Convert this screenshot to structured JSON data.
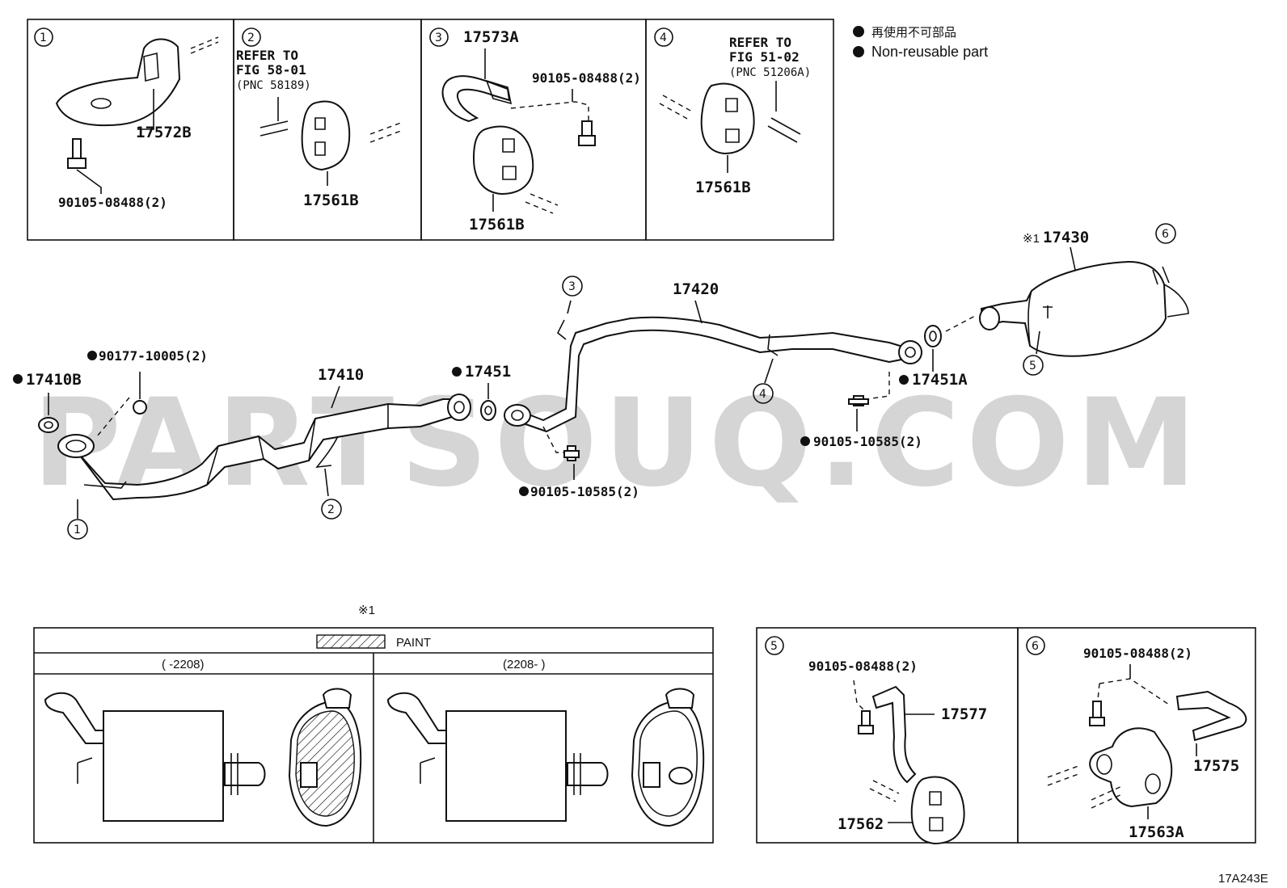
{
  "legend": {
    "line1": "再使用不可部品",
    "line2": "Non-reusable part"
  },
  "watermark": "PARTSOUQ.COM",
  "figure_code": "17A243E",
  "detail_boxes": [
    {
      "circle": "1",
      "parts": [
        "17572B",
        "90105-08488(2)"
      ]
    },
    {
      "circle": "2",
      "ref1": "REFER TO",
      "ref2": "FIG 58-01",
      "ref3": "(PNC 58189)",
      "parts": [
        "17561B"
      ]
    },
    {
      "circle": "3",
      "parts": [
        "17573A",
        "90105-08488(2)",
        "17561B"
      ]
    },
    {
      "circle": "4",
      "ref1": "REFER TO",
      "ref2": "FIG 51-02",
      "ref3": "(PNC 51206A)",
      "parts": [
        "17561B"
      ]
    }
  ],
  "main": {
    "asterisk_label": "※1",
    "labels": {
      "p17430": "17430",
      "p17420": "17420",
      "p17410": "17410",
      "p17410B": "17410B",
      "p90177": "90177-10005(2)",
      "p17451": "17451",
      "p17451A": "17451A",
      "p90105a": "90105-10585(2)",
      "p90105b": "90105-10585(2)"
    },
    "callouts": [
      "1",
      "2",
      "3",
      "4",
      "5",
      "6"
    ]
  },
  "paint_box": {
    "title": "※1",
    "legend_label": "PAINT",
    "col1": "(      -2208)",
    "col2": "(2208-       )"
  },
  "detail_bottom": [
    {
      "circle": "5",
      "parts": [
        "90105-08488(2)",
        "17577",
        "17562"
      ]
    },
    {
      "circle": "6",
      "parts": [
        "90105-08488(2)",
        "17575",
        "17563A"
      ]
    }
  ]
}
